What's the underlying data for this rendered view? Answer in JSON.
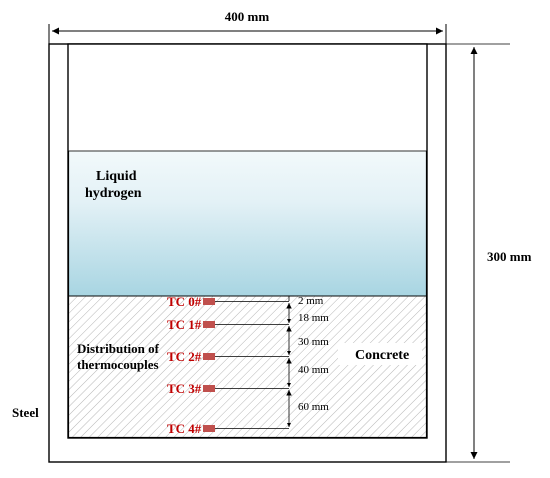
{
  "dimensions": {
    "width_label": "400 mm",
    "height_label": "300 mm"
  },
  "labels": {
    "liquid_line1": "Liquid",
    "liquid_line2": "hydrogen",
    "distribution_line1": "Distribution of",
    "distribution_line2": "thermocouples",
    "concrete": "Concrete",
    "steel": "Steel"
  },
  "thermocouples": [
    {
      "label": "TC 0#"
    },
    {
      "label": "TC 1#"
    },
    {
      "label": "TC 2#"
    },
    {
      "label": "TC 3#"
    },
    {
      "label": "TC 4#"
    }
  ],
  "spacings": [
    "2 mm",
    "18 mm",
    "30 mm",
    "40 mm",
    "60 mm"
  ],
  "colors": {
    "thermocouple": "#c0504d",
    "label_red": "#c00000",
    "liquid_top": "#e3f1f6",
    "liquid_bottom": "#a8d5e2",
    "hatch": "#9a9a9a"
  }
}
